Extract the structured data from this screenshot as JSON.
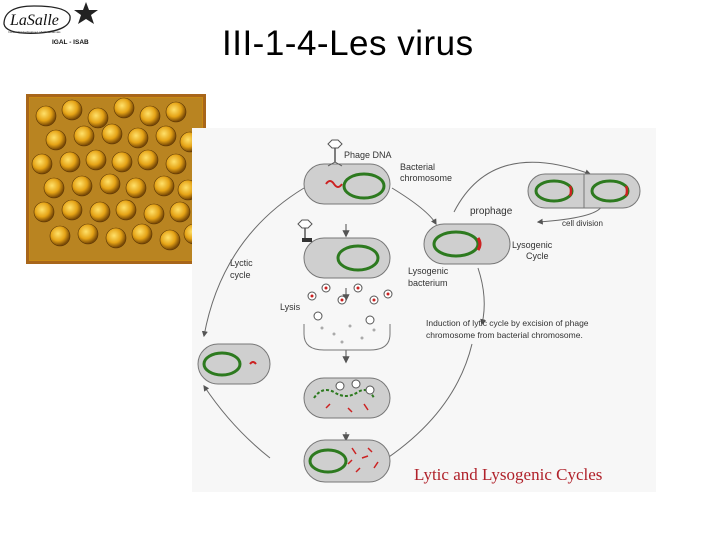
{
  "slide": {
    "title": "III-1-4-Les virus"
  },
  "logo": {
    "name": "LaSalle",
    "tagline": "IGAL - ISAB",
    "subtext": "Institut Polytechnique LaSalle Beauvais"
  },
  "diagram": {
    "phage_dna": "Phage DNA",
    "bacterial_chromosome": [
      "Bacterial",
      "chromosome"
    ],
    "prophage": "prophage",
    "cell_division": "cell division",
    "lysogenic_cycle": [
      "Lysogenic",
      "Cycle"
    ],
    "lyctic_cycle": [
      "Lyctic",
      "cycle"
    ],
    "lysogenic_bacterium": [
      "Lysogenic",
      "bacterium"
    ],
    "lysis": "Lysis",
    "induction": [
      "Induction of lytic cycle by excision of phage",
      "chromosome from bacterial chromosome."
    ],
    "caption": "Lytic and Lysogenic Cycles"
  },
  "colors": {
    "cell_fill": "#cfcfcf",
    "chromosome": "#2d7a1f",
    "phage_dna": "#cc2222",
    "caption": "#b0212a",
    "photo_bg": "#e0a020"
  }
}
